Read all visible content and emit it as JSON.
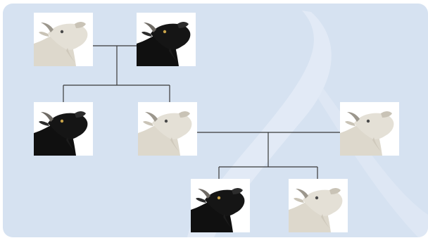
{
  "diagram": {
    "type": "pedigree-tree",
    "panel_color": "#d6e2f1",
    "connector_color": "#3a3a3a",
    "nodes": [
      {
        "id": "g1",
        "coat": "white"
      },
      {
        "id": "g2",
        "coat": "black"
      },
      {
        "id": "g3",
        "coat": "black"
      },
      {
        "id": "g4",
        "coat": "white"
      },
      {
        "id": "g5",
        "coat": "white"
      },
      {
        "id": "g6",
        "coat": "black"
      },
      {
        "id": "g7",
        "coat": "white"
      }
    ],
    "pairings": [
      {
        "parents": [
          "g1",
          "g2"
        ],
        "offspring": [
          "g3",
          "g4"
        ]
      },
      {
        "parents": [
          "g4",
          "g5"
        ],
        "offspring": [
          "g6",
          "g7"
        ]
      }
    ]
  }
}
